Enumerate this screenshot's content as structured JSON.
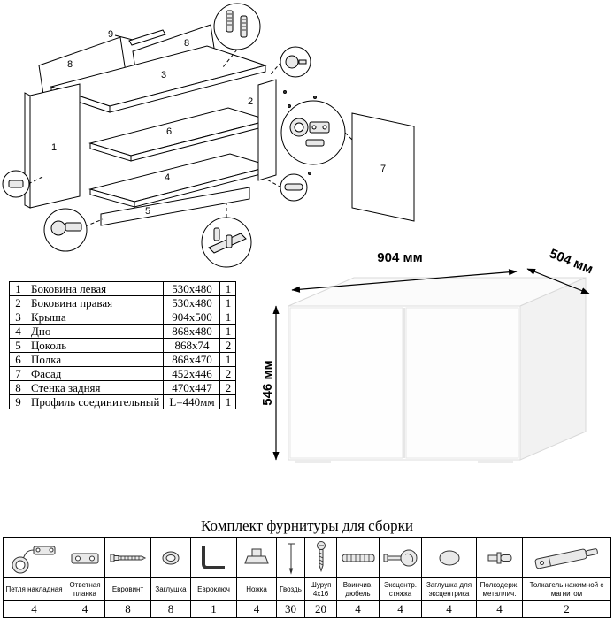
{
  "exploded": {
    "labels": {
      "p1": "1",
      "p2": "2",
      "p3": "3",
      "p4": "4",
      "p5": "5",
      "p6": "6",
      "p7": "7",
      "p8a": "8",
      "p8b": "8",
      "p9": "9"
    }
  },
  "parts": {
    "rows": [
      {
        "num": "1",
        "name": "Боковина левая",
        "size": "530x480",
        "qty": "1"
      },
      {
        "num": "2",
        "name": "Боковина правая",
        "size": "530x480",
        "qty": "1"
      },
      {
        "num": "3",
        "name": "Крыша",
        "size": "904x500",
        "qty": "1"
      },
      {
        "num": "4",
        "name": "Дно",
        "size": "868x480",
        "qty": "1"
      },
      {
        "num": "5",
        "name": "Цоколь",
        "size": "868x74",
        "qty": "2"
      },
      {
        "num": "6",
        "name": "Полка",
        "size": "868x470",
        "qty": "1"
      },
      {
        "num": "7",
        "name": "Фасад",
        "size": "452x446",
        "qty": "2"
      },
      {
        "num": "8",
        "name": "Стенка задняя",
        "size": "470x447",
        "qty": "2"
      },
      {
        "num": "9",
        "name": "Профиль соединительный",
        "size": "L=440мм",
        "qty": "1"
      }
    ]
  },
  "cabinet": {
    "width": "904 мм",
    "depth": "504 мм",
    "height": "546 мм"
  },
  "hardware": {
    "title": "Комплект фурнитуры для сборки",
    "items": [
      {
        "label": "Петля накладная",
        "qty": "4",
        "icon": "hinge-icon"
      },
      {
        "label": "Ответная планка",
        "qty": "4",
        "icon": "strike-plate-icon"
      },
      {
        "label": "Евровинт",
        "qty": "8",
        "icon": "confirmat-screw-icon"
      },
      {
        "label": "Заглушка",
        "qty": "8",
        "icon": "cap-icon"
      },
      {
        "label": "Евроключ",
        "qty": "1",
        "icon": "hex-key-icon"
      },
      {
        "label": "Ножка",
        "qty": "4",
        "icon": "leg-icon"
      },
      {
        "label": "Гвоздь",
        "qty": "30",
        "icon": "nail-icon"
      },
      {
        "label": "Шуруп 4x16",
        "qty": "20",
        "icon": "screw-icon"
      },
      {
        "label": "Ввинчив. дюбель",
        "qty": "4",
        "icon": "screw-dowel-icon"
      },
      {
        "label": "Эксцентр. стяжка",
        "qty": "4",
        "icon": "cam-lock-icon"
      },
      {
        "label": "Заглушка для эксцентрика",
        "qty": "4",
        "icon": "cam-cap-icon"
      },
      {
        "label": "Полкодерж. металлич.",
        "qty": "4",
        "icon": "shelf-support-icon"
      },
      {
        "label": "Толкатель нажимной с магнитом",
        "qty": "2",
        "icon": "push-latch-icon"
      }
    ]
  }
}
